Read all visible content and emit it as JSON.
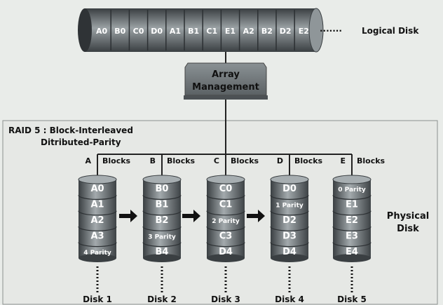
{
  "logical_disk": {
    "blocks": [
      "A0",
      "B0",
      "C0",
      "D0",
      "A1",
      "B1",
      "C1",
      "E1",
      "A2",
      "B2",
      "D2",
      "E2"
    ],
    "dots": "·······",
    "label": "Logical Disk"
  },
  "array_management": {
    "line1": "Array",
    "line2": "Management"
  },
  "raid": {
    "title_line1": "RAID 5 : Block-Interleaved",
    "title_line2": "Ditributed-Parity"
  },
  "disks": [
    {
      "letter": "A",
      "blocks_label": "Blocks",
      "name": "Disk 1",
      "segments": [
        "A0",
        "A1",
        "A2",
        "A3",
        "4 Parity"
      ]
    },
    {
      "letter": "B",
      "blocks_label": "Blocks",
      "name": "Disk 2",
      "segments": [
        "B0",
        "B1",
        "B2",
        "3 Parity",
        "B4"
      ]
    },
    {
      "letter": "C",
      "blocks_label": "Blocks",
      "name": "Disk 3",
      "segments": [
        "C0",
        "C1",
        "2 Parity",
        "C3",
        "D4"
      ]
    },
    {
      "letter": "D",
      "blocks_label": "Blocks",
      "name": "Disk 4",
      "segments": [
        "D0",
        "1 Parity",
        "D2",
        "D3",
        "D4"
      ]
    },
    {
      "letter": "E",
      "blocks_label": "Blocks",
      "name": "Disk 5",
      "segments": [
        "0 Parity",
        "E1",
        "E2",
        "E3",
        "E4"
      ]
    }
  ],
  "physical_disk": {
    "line1": "Physical",
    "line2": "Disk"
  },
  "colors": {
    "background": "#e9ece9",
    "panel": "#e6e8e5",
    "cylinder_dark": "#4a4f52",
    "cylinder_light": "#a3aaad",
    "cylinder_text": "#ffffff",
    "label_text": "#111111"
  }
}
